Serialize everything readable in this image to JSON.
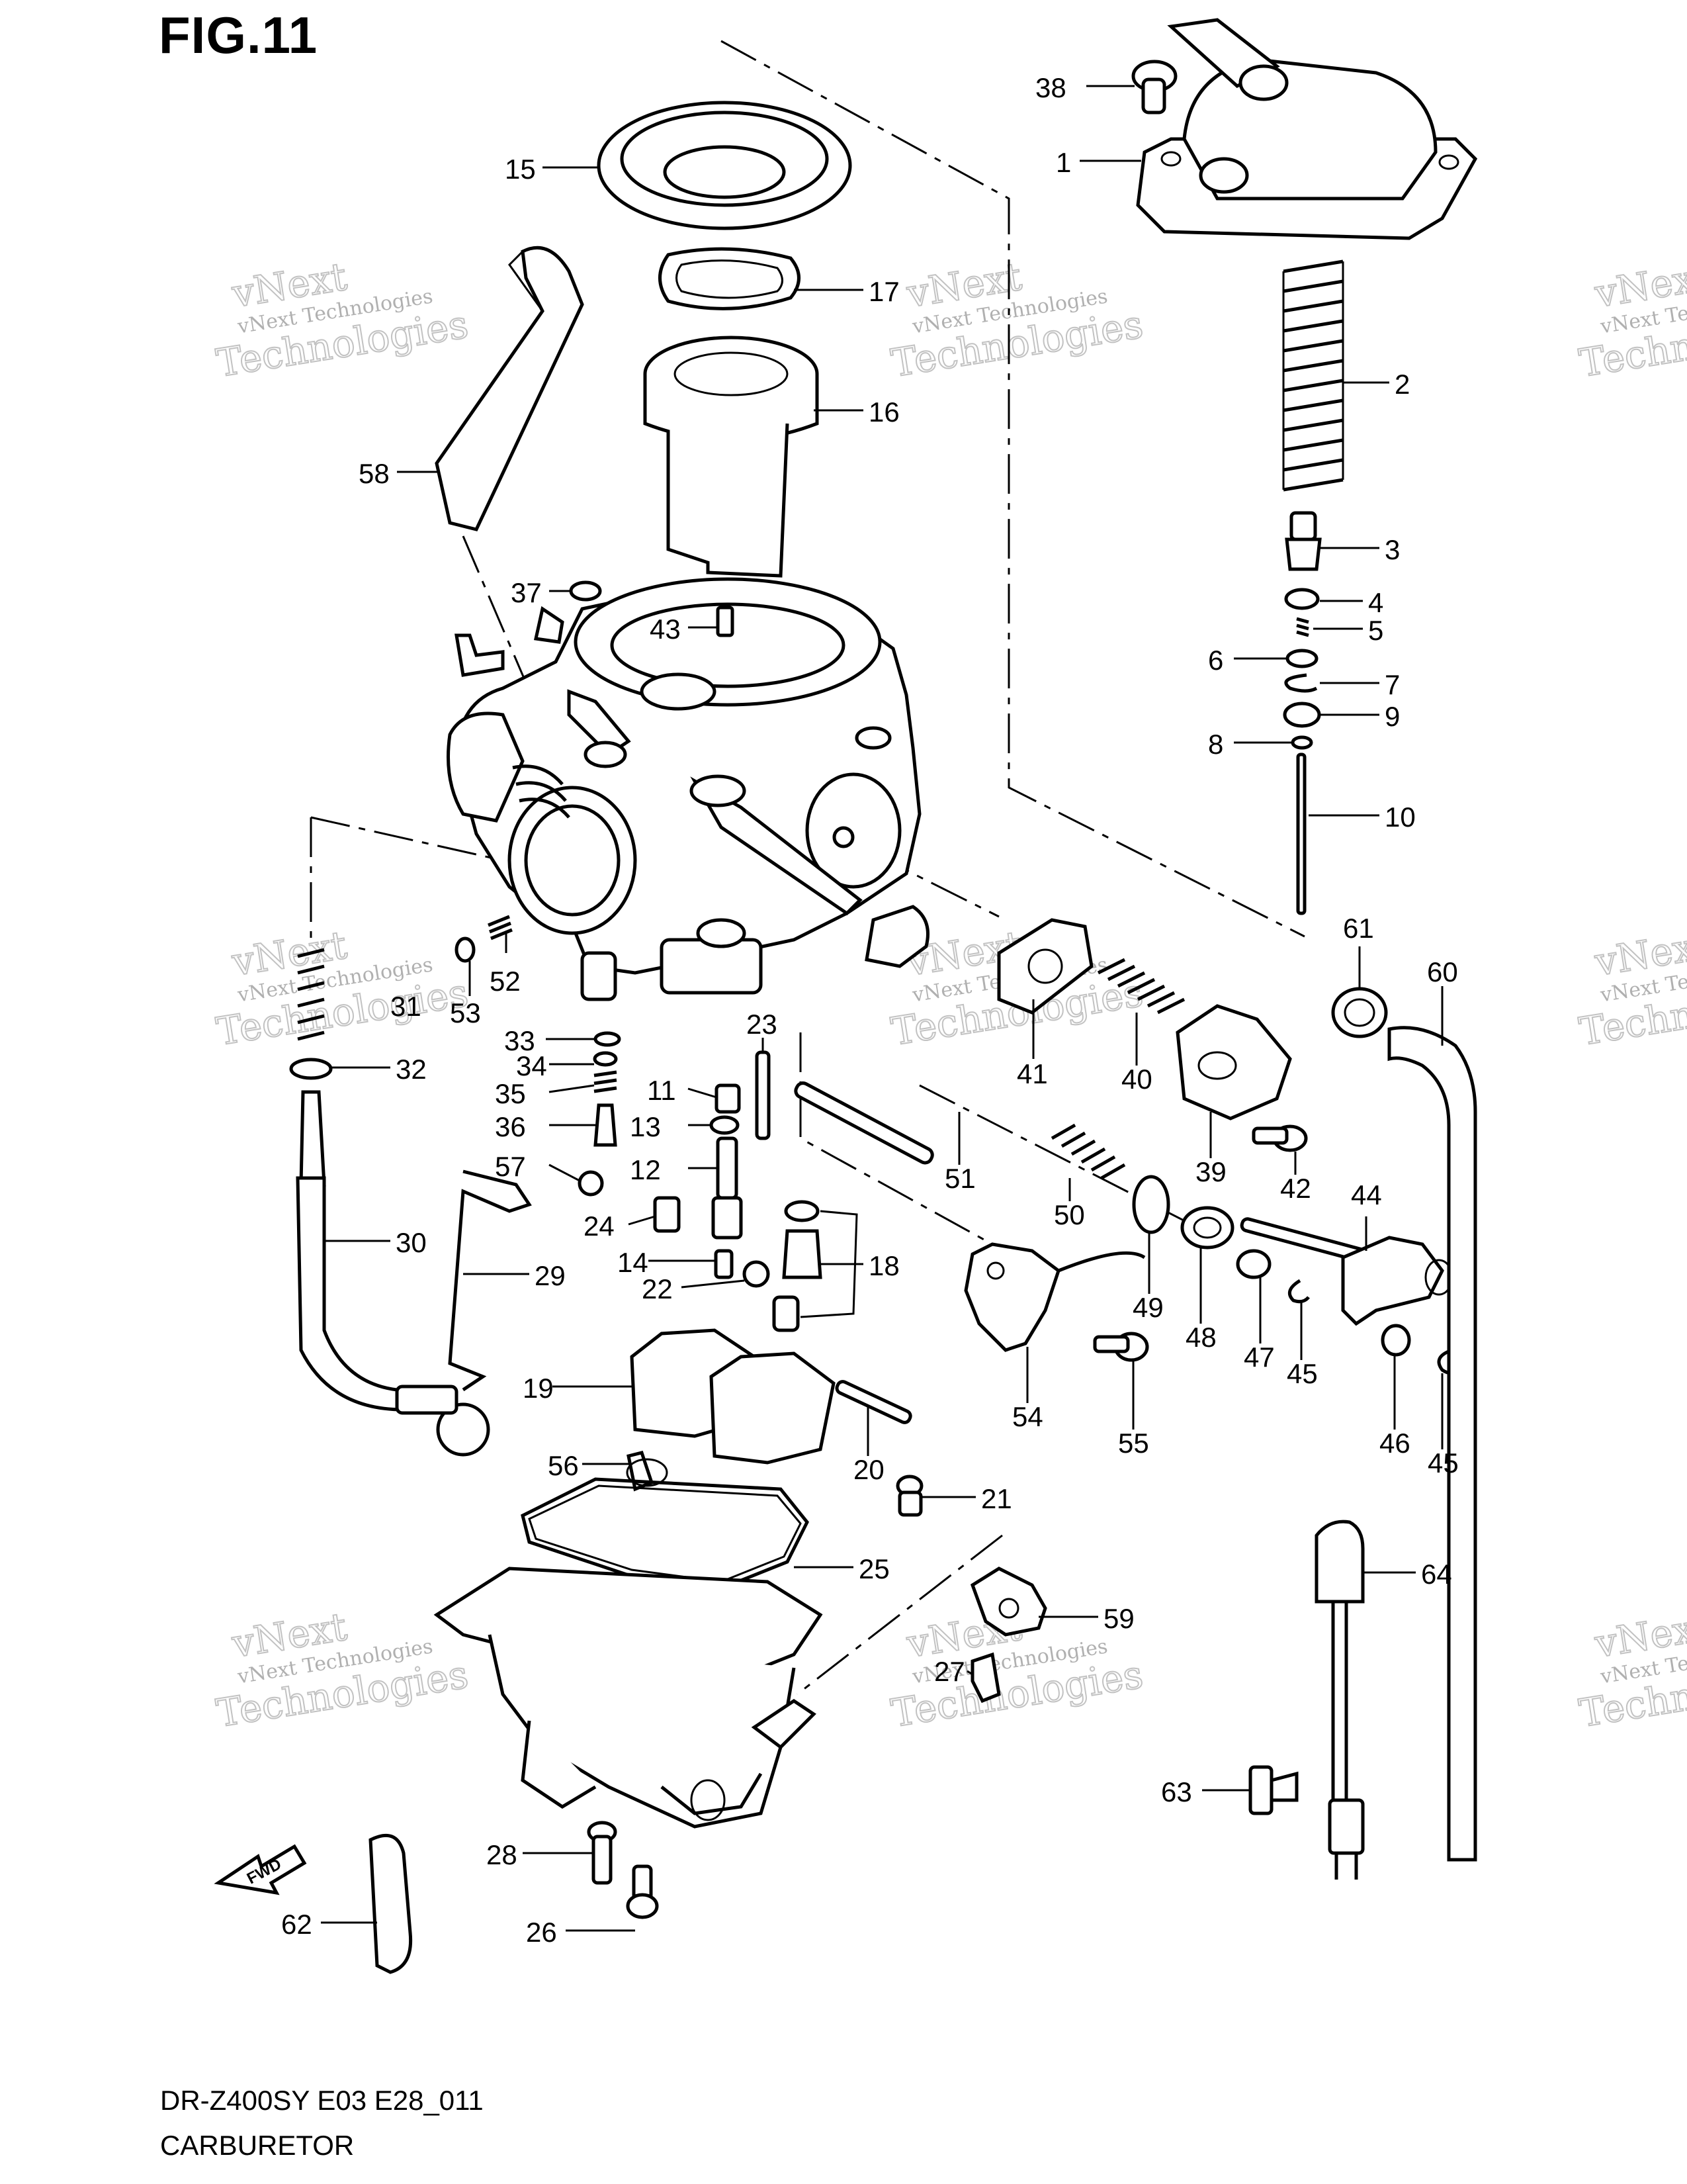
{
  "figure": {
    "title": "FIG.11",
    "footer_code": "DR-Z400SY E03 E28_011",
    "footer_name": "CARBURETOR"
  },
  "watermark": {
    "company": "vNext Technologies",
    "word_top": "vNext",
    "word_bottom": "Technologies"
  },
  "fwd_label": "FWD",
  "callouts": [
    {
      "id": "c38",
      "label": "38"
    },
    {
      "id": "c1",
      "label": "1"
    },
    {
      "id": "c2",
      "label": "2"
    },
    {
      "id": "c3",
      "label": "3"
    },
    {
      "id": "c4",
      "label": "4"
    },
    {
      "id": "c5",
      "label": "5"
    },
    {
      "id": "c6",
      "label": "6"
    },
    {
      "id": "c7",
      "label": "7"
    },
    {
      "id": "c8",
      "label": "8"
    },
    {
      "id": "c9",
      "label": "9"
    },
    {
      "id": "c10",
      "label": "10"
    },
    {
      "id": "c15",
      "label": "15"
    },
    {
      "id": "c17",
      "label": "17"
    },
    {
      "id": "c16",
      "label": "16"
    },
    {
      "id": "c58",
      "label": "58"
    },
    {
      "id": "c37",
      "label": "37"
    },
    {
      "id": "c43",
      "label": "43"
    },
    {
      "id": "c61",
      "label": "61"
    },
    {
      "id": "c60",
      "label": "60"
    },
    {
      "id": "c52",
      "label": "52"
    },
    {
      "id": "c53",
      "label": "53"
    },
    {
      "id": "c31",
      "label": "31"
    },
    {
      "id": "c32",
      "label": "32"
    },
    {
      "id": "c33",
      "label": "33"
    },
    {
      "id": "c34",
      "label": "34"
    },
    {
      "id": "c35",
      "label": "35"
    },
    {
      "id": "c36",
      "label": "36"
    },
    {
      "id": "c57",
      "label": "57"
    },
    {
      "id": "c11",
      "label": "11"
    },
    {
      "id": "c13",
      "label": "13"
    },
    {
      "id": "c12",
      "label": "12"
    },
    {
      "id": "c23",
      "label": "23"
    },
    {
      "id": "c24",
      "label": "24"
    },
    {
      "id": "c14",
      "label": "14"
    },
    {
      "id": "c22",
      "label": "22"
    },
    {
      "id": "c18",
      "label": "18"
    },
    {
      "id": "c41",
      "label": "41"
    },
    {
      "id": "c40",
      "label": "40"
    },
    {
      "id": "c39",
      "label": "39"
    },
    {
      "id": "c42",
      "label": "42"
    },
    {
      "id": "c51",
      "label": "51"
    },
    {
      "id": "c50",
      "label": "50"
    },
    {
      "id": "c49",
      "label": "49"
    },
    {
      "id": "c48",
      "label": "48"
    },
    {
      "id": "c47",
      "label": "47"
    },
    {
      "id": "c45a",
      "label": "45"
    },
    {
      "id": "c44",
      "label": "44"
    },
    {
      "id": "c46",
      "label": "46"
    },
    {
      "id": "c45b",
      "label": "45"
    },
    {
      "id": "c30",
      "label": "30"
    },
    {
      "id": "c29",
      "label": "29"
    },
    {
      "id": "c19",
      "label": "19"
    },
    {
      "id": "c20",
      "label": "20"
    },
    {
      "id": "c21",
      "label": "21"
    },
    {
      "id": "c56",
      "label": "56"
    },
    {
      "id": "c54",
      "label": "54"
    },
    {
      "id": "c55",
      "label": "55"
    },
    {
      "id": "c25",
      "label": "25"
    },
    {
      "id": "c59",
      "label": "59"
    },
    {
      "id": "c27",
      "label": "27"
    },
    {
      "id": "c64",
      "label": "64"
    },
    {
      "id": "c63",
      "label": "63"
    },
    {
      "id": "c28",
      "label": "28"
    },
    {
      "id": "c26",
      "label": "26"
    },
    {
      "id": "c62",
      "label": "62"
    }
  ]
}
